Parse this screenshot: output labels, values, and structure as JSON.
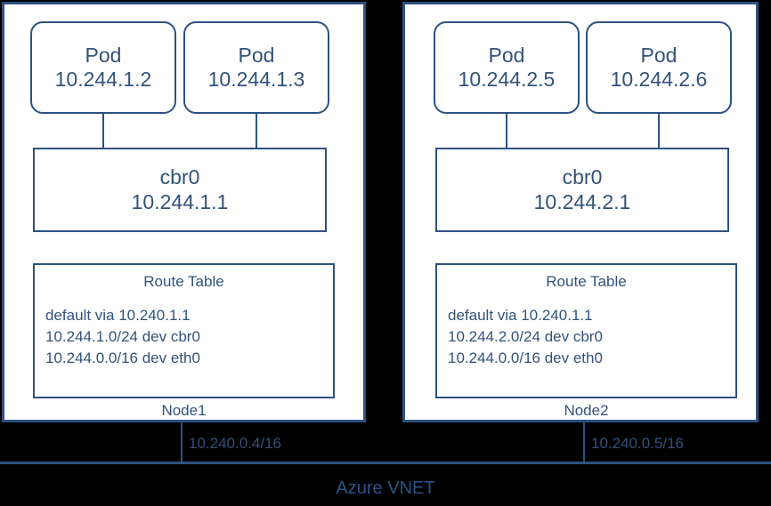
{
  "diagram": {
    "title": "Azure VNET",
    "accent_color": "#2d5280",
    "text_color": "#33527a",
    "background_color": "#000000",
    "surface_color": "#ffffff"
  },
  "nodes": [
    {
      "caption": "Node1",
      "vnet_ip": "10.240.0.4/16",
      "pods": [
        {
          "title": "Pod",
          "ip": "10.244.1.2"
        },
        {
          "title": "Pod",
          "ip": "10.244.1.3"
        }
      ],
      "bridge": {
        "title": "cbr0",
        "ip": "10.244.1.1"
      },
      "route_table": {
        "title": "Route Table",
        "routes": [
          "default via 10.240.1.1",
          "10.244.1.0/24 dev cbr0",
          "10.244.0.0/16 dev eth0"
        ]
      }
    },
    {
      "caption": "Node2",
      "vnet_ip": "10.240.0.5/16",
      "pods": [
        {
          "title": "Pod",
          "ip": "10.244.2.5"
        },
        {
          "title": "Pod",
          "ip": "10.244.2.6"
        }
      ],
      "bridge": {
        "title": "cbr0",
        "ip": "10.244.2.1"
      },
      "route_table": {
        "title": "Route Table",
        "routes": [
          "default via 10.240.1.1",
          "10.244.2.0/24 dev cbr0",
          "10.244.0.0/16 dev eth0"
        ]
      }
    }
  ]
}
